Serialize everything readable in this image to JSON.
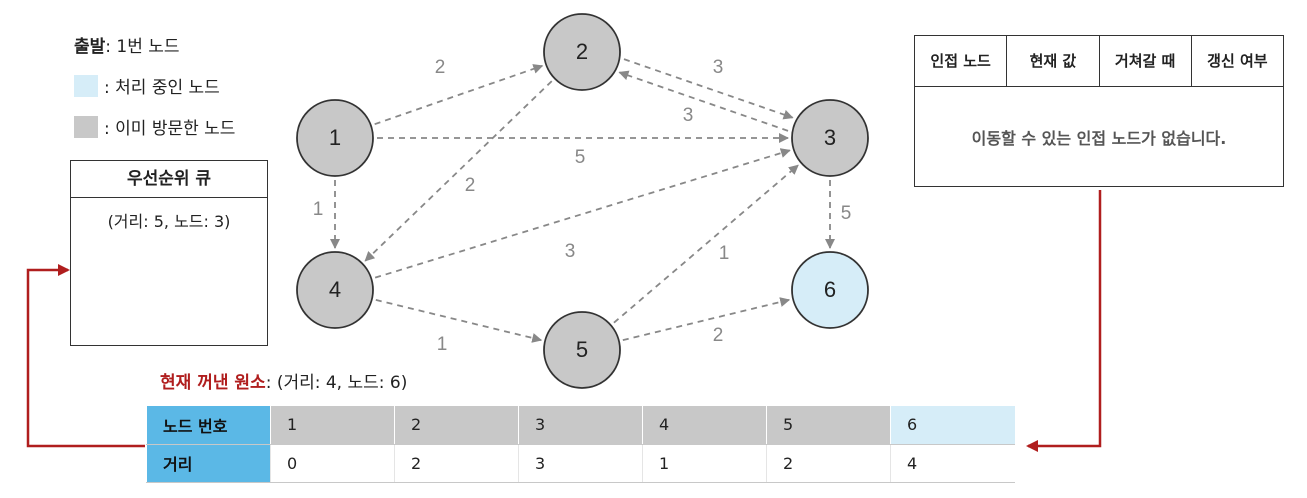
{
  "legend": {
    "start_label": "출발",
    "start_value": ": 1번 노드",
    "processing": ": 처리 중인 노드",
    "visited": ": 이미 방문한 노드"
  },
  "priority_queue": {
    "title": "우선순위 큐",
    "items": [
      "(거리: 5, 노드: 3)"
    ]
  },
  "current_pop": {
    "label": "현재 꺼낸 원소",
    "value": ": (거리: 4, 노드: 6)"
  },
  "graph": {
    "nodes": [
      {
        "id": "1",
        "state": "visited"
      },
      {
        "id": "2",
        "state": "visited"
      },
      {
        "id": "3",
        "state": "visited"
      },
      {
        "id": "4",
        "state": "visited"
      },
      {
        "id": "5",
        "state": "visited"
      },
      {
        "id": "6",
        "state": "processing"
      }
    ],
    "edges": [
      {
        "from": "1",
        "to": "2",
        "weight": "2"
      },
      {
        "from": "1",
        "to": "3",
        "weight": "5"
      },
      {
        "from": "1",
        "to": "4",
        "weight": "1"
      },
      {
        "from": "2",
        "to": "3",
        "weight": "3"
      },
      {
        "from": "3",
        "to": "2",
        "weight": "3"
      },
      {
        "from": "2",
        "to": "4",
        "weight": "2"
      },
      {
        "from": "4",
        "to": "3",
        "weight": "3"
      },
      {
        "from": "4",
        "to": "5",
        "weight": "1"
      },
      {
        "from": "5",
        "to": "3",
        "weight": "1"
      },
      {
        "from": "5",
        "to": "6",
        "weight": "2"
      },
      {
        "from": "3",
        "to": "6",
        "weight": "5"
      }
    ]
  },
  "node_table": {
    "row_headers": [
      "노드 번호",
      "거리"
    ],
    "node_ids": [
      "1",
      "2",
      "3",
      "4",
      "5",
      "6"
    ],
    "distances": [
      "0",
      "2",
      "3",
      "1",
      "2",
      "4"
    ],
    "highlighted_node": "6"
  },
  "adjacent_table": {
    "headers": [
      "인접 노드",
      "현재 값",
      "거쳐갈 때",
      "갱신 여부"
    ],
    "message": "이동할 수 있는 인접 노드가 없습니다."
  },
  "colors": {
    "visited": "#c8c8c8",
    "processing": "#d6edf8",
    "header_blue": "#5bb8e6",
    "accent_red": "#b01e1e",
    "edge_gray": "#888888"
  }
}
